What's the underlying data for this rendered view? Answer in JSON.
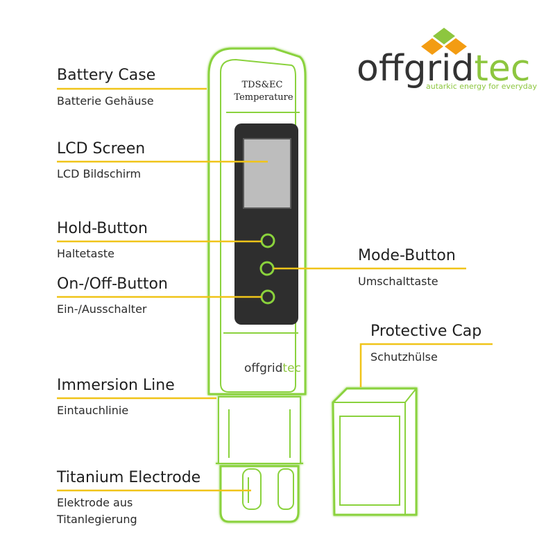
{
  "logo": {
    "word_dark": "offgrid",
    "word_green": "tec",
    "tagline": "autarkic energy for everyday"
  },
  "device": {
    "face_line1": "TDS&EC",
    "face_line2": "Temperature",
    "brand_dark": "offgrid",
    "brand_green": "tec"
  },
  "labels": {
    "battery_case": {
      "en": "Battery Case",
      "de": "Batterie Gehäuse"
    },
    "lcd_screen": {
      "en": "LCD Screen",
      "de": "LCD Bildschirm"
    },
    "hold_button": {
      "en": "Hold-Button",
      "de": "Haltetaste"
    },
    "on_off_button": {
      "en": "On-/Off-Button",
      "de": "Ein-/Ausschalter"
    },
    "immersion_line": {
      "en": "Immersion Line",
      "de": "Eintauchlinie"
    },
    "titanium_electrode": {
      "en": "Titanium Electrode",
      "de_line1": "Elektrode aus",
      "de_line2": "Titanlegierung"
    },
    "mode_button": {
      "en": "Mode-Button",
      "de": "Umschalttaste"
    },
    "protective_cap": {
      "en": "Protective Cap",
      "de": "Schutzhülse"
    }
  },
  "colors": {
    "outline_green": "#8ad23c",
    "leader_yellow": "#f0c419",
    "logo_green": "#8dc63f",
    "logo_orange": "#f39c12",
    "logo_dark": "#333333",
    "lcd_dark": "#2e2e2e",
    "lcd_screen": "#bdbdbd"
  }
}
